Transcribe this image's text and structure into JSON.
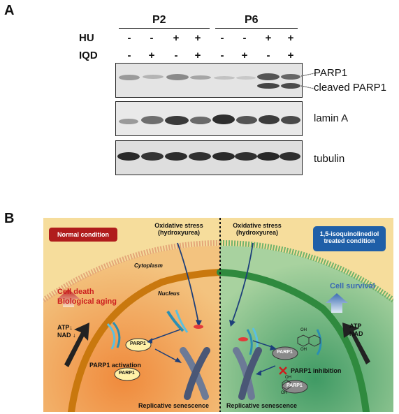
{
  "panel_a": {
    "letter": "A",
    "groups": [
      "P2",
      "P6"
    ],
    "rows": [
      {
        "label": "HU",
        "signs": [
          "-",
          "-",
          "+",
          "+",
          "-",
          "-",
          "+",
          "+"
        ]
      },
      {
        "label": "IQD",
        "signs": [
          "-",
          "+",
          "-",
          "+",
          "-",
          "+",
          "-",
          "+"
        ]
      }
    ],
    "blot_labels": {
      "parp1": "PARP1",
      "cleaved": "cleaved PARP1",
      "lamin": "lamin A",
      "tubulin": "tubulin"
    }
  },
  "panel_b": {
    "letter": "B",
    "normal_condition": "Normal condition",
    "treated_line1": "1,5-isoquinolinediol",
    "treated_line2": "treated condition",
    "ox_stress_line1": "Oxidative stress",
    "ox_stress_line2": "(hydroxyurea)",
    "cytoplasm": "Cytoplasm",
    "nucleus": "Nucleus",
    "cell_death": "Cell death",
    "bio_aging": "Biological aging",
    "atp": "ATP",
    "nad": "NAD",
    "down_arrow": "↓",
    "parp1": "PARP1",
    "parp1_activation": "PARP1 activation",
    "parp1_inhibition": "PARP1 inhibition",
    "replicative_senescence": "Replicative senescence",
    "cell_survival": "Cell survival",
    "oh": "OH"
  },
  "colors": {
    "normal_badge": "#b01c1c",
    "treated_badge": "#1f5fa8",
    "left_cell": "#f3b879",
    "right_cell": "#9cc89a",
    "cell_death_text": "#cc1e1e",
    "cell_survival_text": "#3a68b3"
  }
}
